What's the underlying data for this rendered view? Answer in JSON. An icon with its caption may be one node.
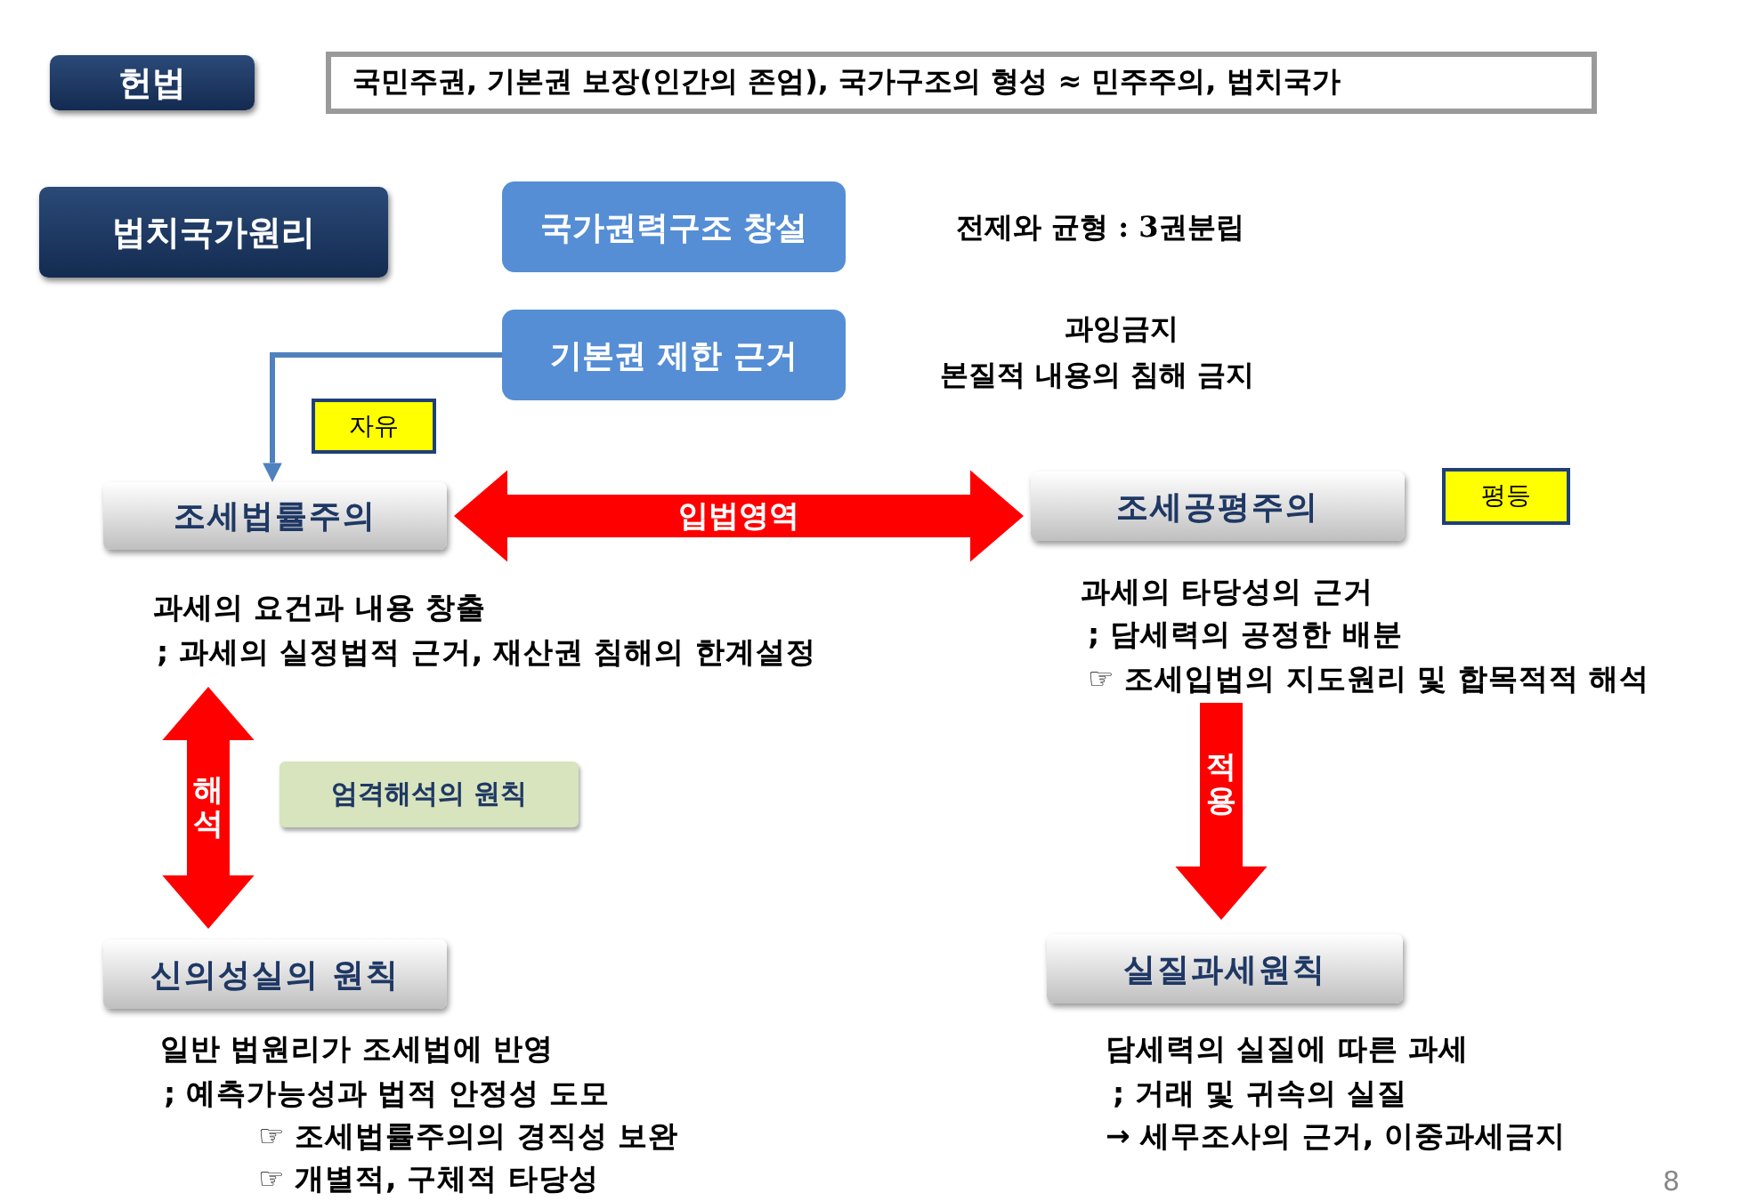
{
  "diagram": {
    "nodes": [
      {
        "text": [
          "헌법"
        ]
      },
      {
        "text": [
          "국민주권, 기본권 보장(인간의 존엄), 국가구조의 형성 ≈ 민주주의, 법치국가"
        ]
      },
      {
        "text": [
          "법치국가원리"
        ]
      },
      {
        "text": [
          "국가권력구조 창설"
        ],
        "beside": [
          "전제와 균형 : 3권분립"
        ]
      },
      {
        "text": [
          "기본권 제한 근거"
        ],
        "beside": [
          "과잉금지",
          "본질적 내용의 침해 금지"
        ]
      },
      {
        "text": [
          "자유"
        ]
      },
      {
        "text": [
          "조세법률주의"
        ],
        "beside": [
          "과세의 요건과 내용 창출",
          "; 과세의 실정법적 근거, 재산권 침해의 한계설정"
        ]
      },
      {
        "text": [
          "평등"
        ]
      },
      {
        "text": [
          "조세공평주의"
        ],
        "beside": [
          "과세의 타당성의 근거",
          "; 담세력의 공정한 배분",
          "☞ 조세입법의 지도원리 및 합목적적 해석"
        ]
      },
      {
        "text": [
          "엄격해석의 원칙"
        ]
      },
      {
        "text": [
          "신의성실의 원칙"
        ],
        "beside": [
          "일반 법원리가 조세법에 반영",
          "; 예측가능성과 법적 안정성 도모",
          "☞ 조세법률주의의 경직성 보완",
          "☞ 개별적, 구체적 타당성"
        ]
      },
      {
        "text": [
          "실질과세원칙"
        ],
        "beside": [
          "담세력의 실질에 따른 과세",
          "; 거래 및 귀속의 실질",
          "→ 세무조사의 근거, 이중과세금지"
        ]
      }
    ],
    "edges": [
      {
        "from": 4,
        "to": 6,
        "arrow": "to",
        "color": "#4f81bd"
      },
      {
        "from": 6,
        "to": 8,
        "arrow": "both",
        "label": "입법영역"
      },
      {
        "from": 6,
        "to": 10,
        "arrow": "both",
        "label": "해석"
      },
      {
        "from": 8,
        "to": 11,
        "arrow": "to",
        "label": "적용"
      }
    ],
    "labels": [
      "8"
    ]
  }
}
